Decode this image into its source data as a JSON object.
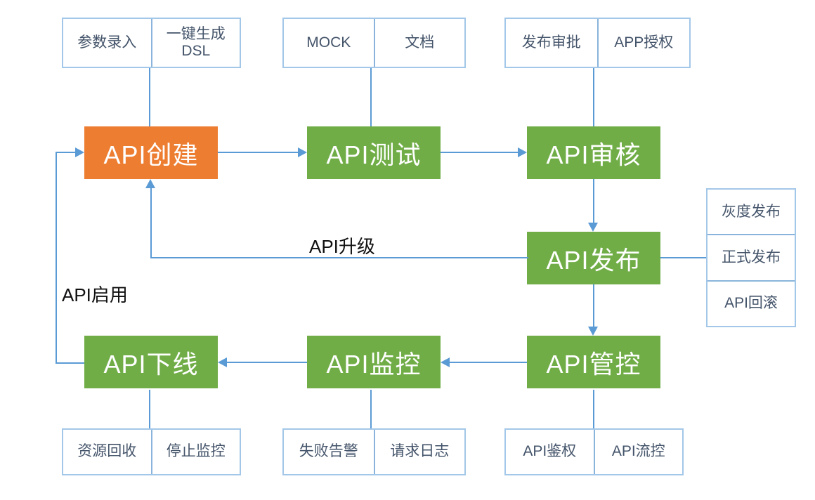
{
  "colors": {
    "node_orange": "#ED7D31",
    "node_green": "#70AD47",
    "connector": "#5B9BD5",
    "feature_border": "#A3C7E8",
    "feature_divider": "#8AB4DC",
    "feature_text": "#44546A",
    "edge_label_text": "#111111"
  },
  "nodes": {
    "create": {
      "label": "API创建"
    },
    "test": {
      "label": "API测试"
    },
    "review": {
      "label": "API审核"
    },
    "publish": {
      "label": "API发布"
    },
    "control": {
      "label": "API管控"
    },
    "monitor": {
      "label": "API监控"
    },
    "offline": {
      "label": "API下线"
    }
  },
  "features": {
    "param_entry": "参数录入",
    "one_click_dsl_line1": "一键生成",
    "one_click_dsl_line2": "DSL",
    "mock": "MOCK",
    "doc": "文档",
    "publish_approval": "发布审批",
    "app_auth": "APP授权",
    "gray_release": "灰度发布",
    "formal_release": "正式发布",
    "api_rollback": "API回滚",
    "resource_recycle": "资源回收",
    "stop_monitor": "停止监控",
    "fail_alert": "失败告警",
    "request_log": "请求日志",
    "api_auth": "API鉴权",
    "api_flow_control": "API流控"
  },
  "edge_labels": {
    "upgrade": "API升级",
    "enable": "API启用"
  }
}
